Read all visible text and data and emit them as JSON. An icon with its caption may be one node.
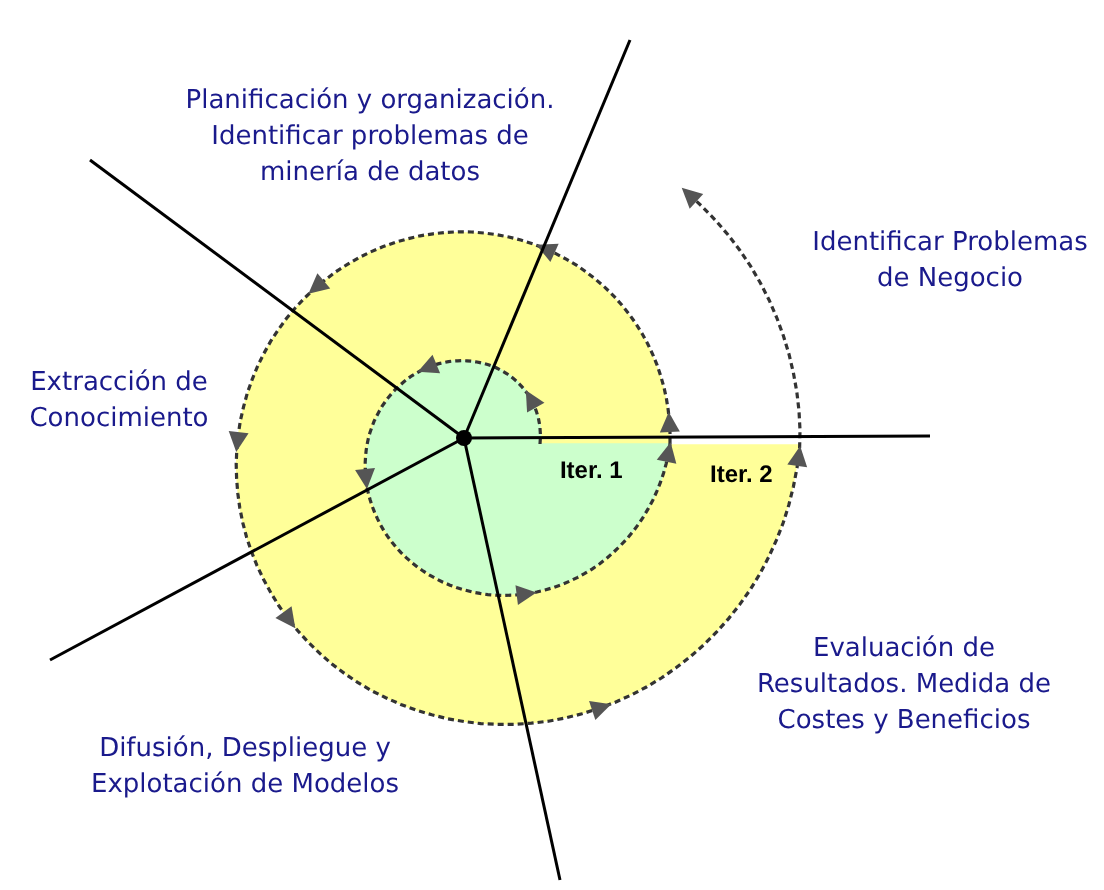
{
  "diagram": {
    "nodes": [
      {
        "text": [
          "Iter. 2"
        ]
      },
      {
        "text": [
          "Iter. 1"
        ],
        "in": 0
      }
    ],
    "labels": [
      "Planificación y organización. Identificar problemas de minería de datos",
      "Identificar Problemas de Negocio",
      "Extracción de Conocimiento",
      "Evaluación de Resultados. Medida de Costes y Beneficios",
      "Difusión, Despliegue y Explotación de Modelos"
    ]
  }
}
